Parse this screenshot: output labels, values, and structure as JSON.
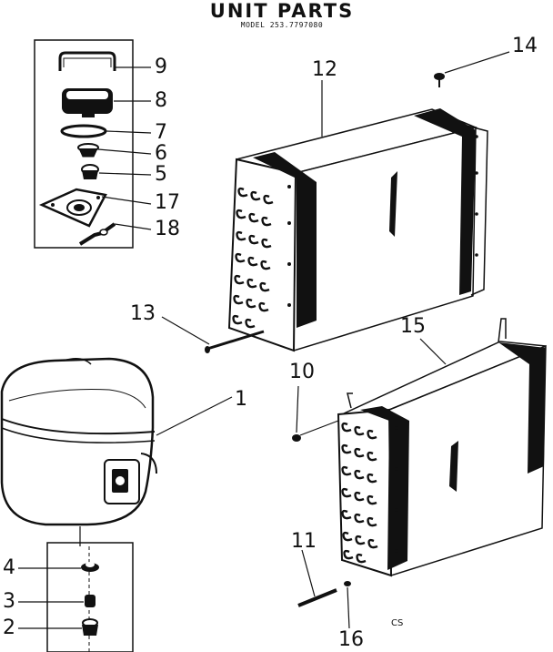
{
  "header": {
    "title": "UNIT PARTS",
    "model": "MODEL 253.7797080"
  },
  "callouts": {
    "p1": "1",
    "p2": "2",
    "p3": "3",
    "p4": "4",
    "p5": "5",
    "p6": "6",
    "p7": "7",
    "p8": "8",
    "p9": "9",
    "p10": "10",
    "p11": "11",
    "p12": "12",
    "p13": "13",
    "p14": "14",
    "p15": "15",
    "p16": "16",
    "p17": "17",
    "p18": "18"
  },
  "footer": {
    "code": "CS"
  }
}
